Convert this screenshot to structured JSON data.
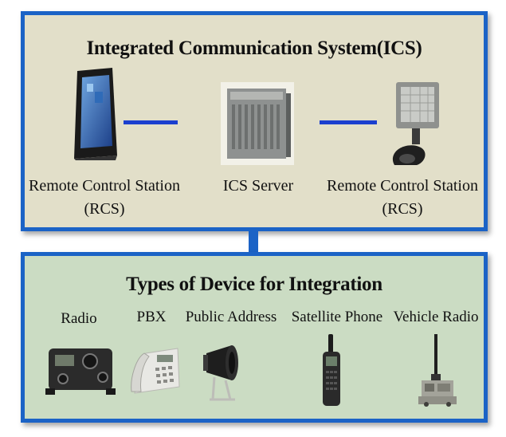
{
  "system": {
    "title": "Integrated Communication System(ICS)",
    "components": [
      {
        "id": "rcs-left",
        "name": "Remote Control Station",
        "abbr": "(RCS)",
        "icon": "tablet-terminal-icon"
      },
      {
        "id": "server",
        "name": "ICS Server",
        "icon": "server-rack-icon"
      },
      {
        "id": "rcs-right",
        "name": "Remote Control Station",
        "abbr": "(RCS)",
        "icon": "console-terminal-icon"
      }
    ]
  },
  "integration": {
    "title": "Types of Device for Integration",
    "devices": [
      {
        "label": "Radio",
        "icon": "radio-icon"
      },
      {
        "label": "PBX",
        "icon": "desk-phone-icon"
      },
      {
        "label": "Public Address",
        "icon": "megaphone-icon"
      },
      {
        "label": "Satellite Phone",
        "icon": "satellite-phone-icon"
      },
      {
        "label": "Vehicle Radio",
        "icon": "vehicle-radio-icon"
      }
    ]
  },
  "colors": {
    "border": "#1b63c6",
    "link": "#1b3fcf",
    "top_bg": "#e2dfc9",
    "bottom_bg": "#cbdcc3"
  }
}
